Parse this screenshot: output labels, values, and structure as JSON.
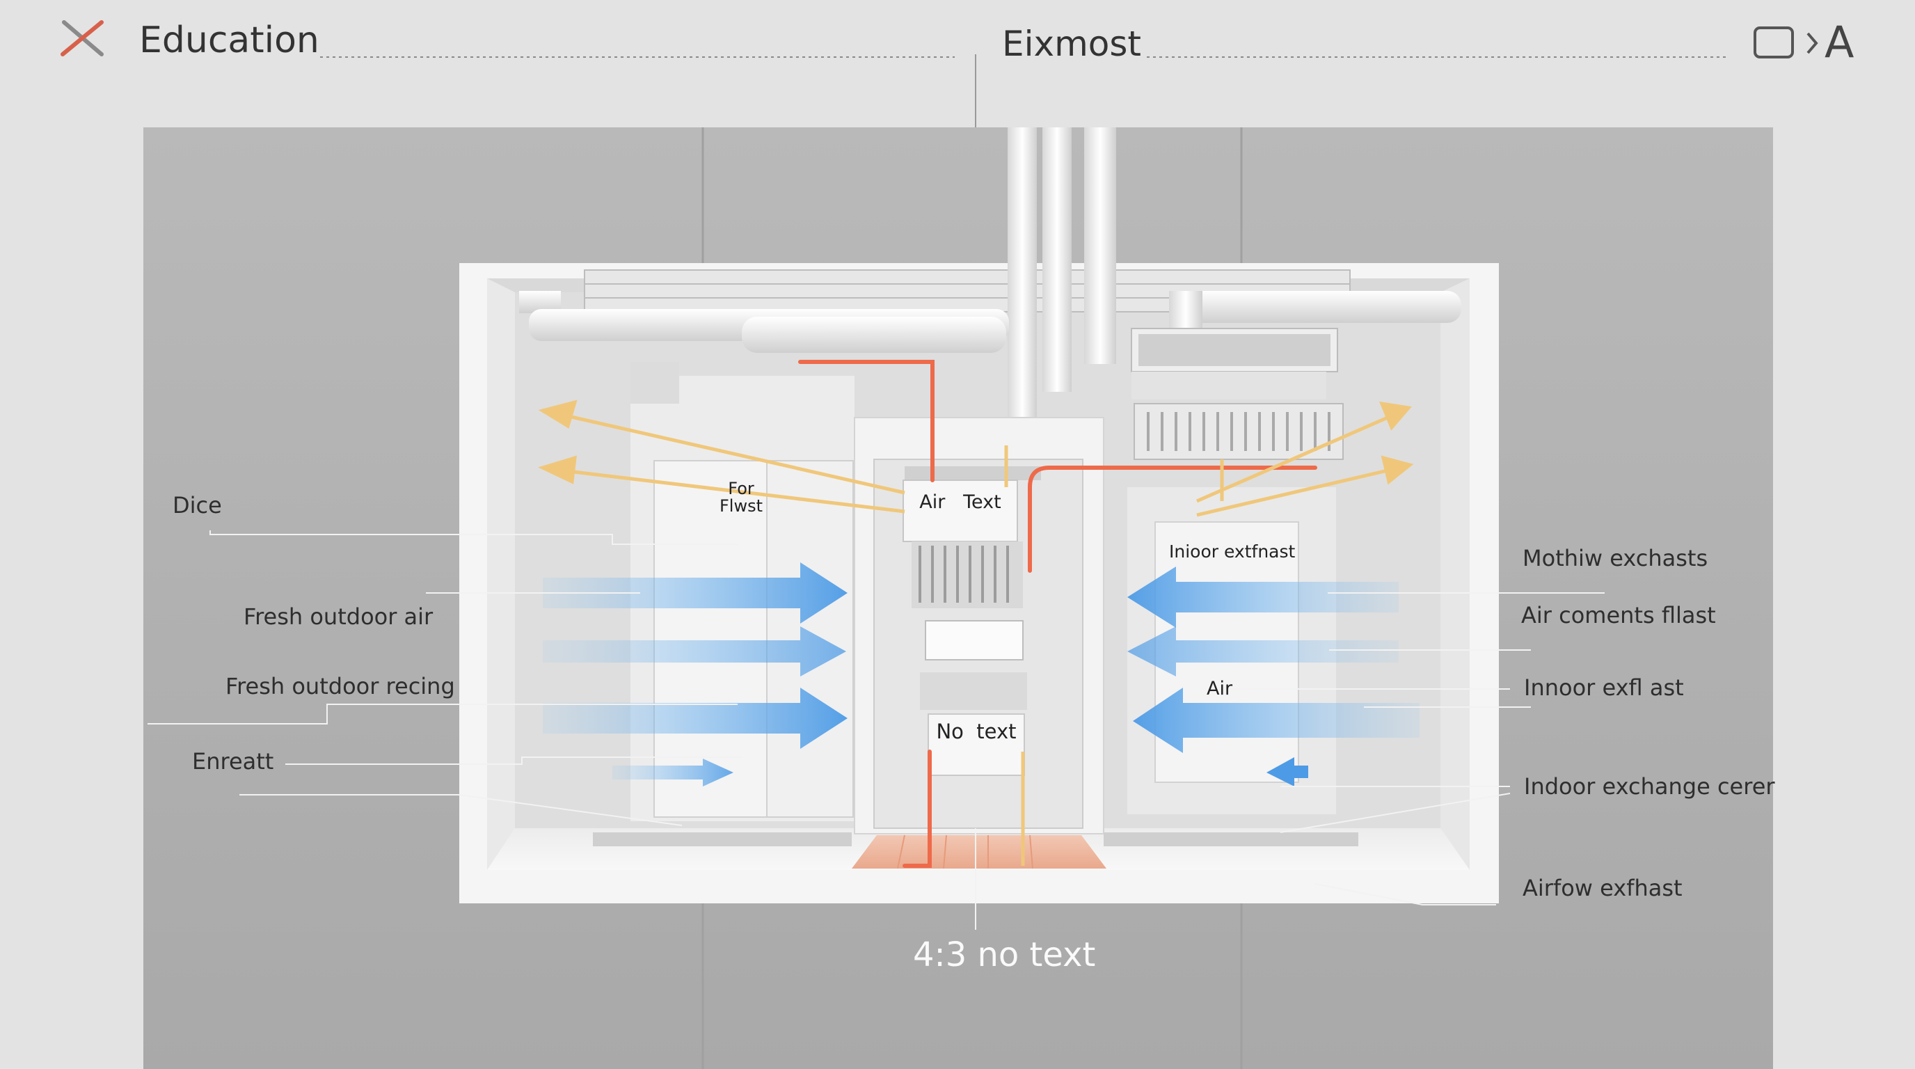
{
  "header": {
    "left_title": "Education",
    "center_title": "Eixmost",
    "right_letter": "A"
  },
  "icons": {
    "app_icon": "crossed-tools-icon",
    "window_icon": "rectangle-outline-icon",
    "chevron_icon": "chevron-right-icon"
  },
  "left_labels": [
    "Dice",
    "Fresh outdoor air",
    "Fresh outdoor recing",
    "Enreatt"
  ],
  "right_labels": [
    "Mothiw exchasts",
    "Air coments fllast",
    "Innoor exfl ast",
    "Indoor exchange cerer",
    "Airfow exfhast"
  ],
  "inner_labels": {
    "left_unit": "For\nFlwst",
    "center_top": "Air   Text",
    "center_bottom": "No  text",
    "right_unit_top": "Inioor extfnast",
    "right_unit_mid": "Air"
  },
  "caption": "4:3 no text",
  "colors": {
    "supply_arrow": "#5aa6e8",
    "exhaust_arrow": "#f0c77a",
    "hot_pipe": "#ee6a4a",
    "accent_icon": "#d8604a"
  }
}
